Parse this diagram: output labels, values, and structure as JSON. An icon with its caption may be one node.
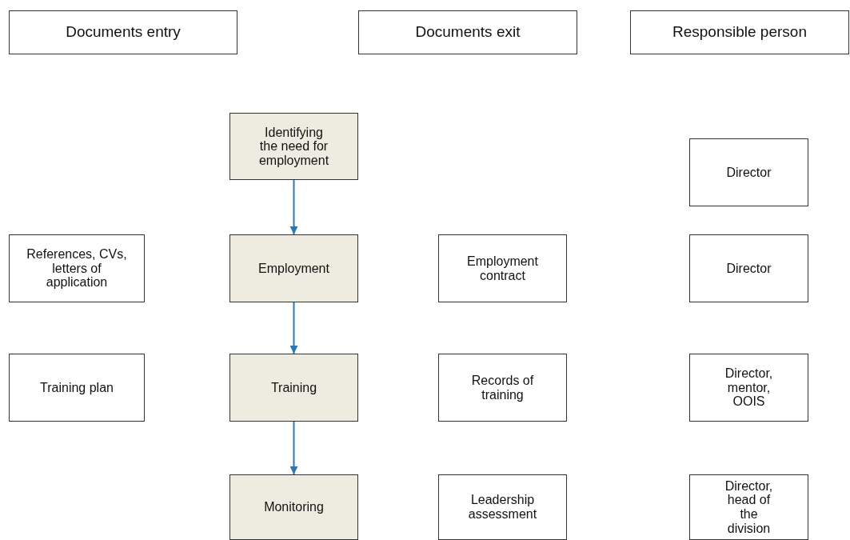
{
  "diagram": {
    "nodes": [
      {
        "text": [
          "Documents entry"
        ]
      },
      {
        "text": [
          "Documents exit"
        ]
      },
      {
        "text": [
          "Responsible person"
        ]
      },
      {
        "text": [
          "Identifying the need for employment"
        ]
      },
      {
        "text": [
          "Director"
        ]
      },
      {
        "text": [
          "References, CVs, letters of application"
        ]
      },
      {
        "text": [
          "Employment"
        ]
      },
      {
        "text": [
          "Employment contract"
        ]
      },
      {
        "text": [
          "Director"
        ]
      },
      {
        "text": [
          "Training plan"
        ]
      },
      {
        "text": [
          "Training"
        ]
      },
      {
        "text": [
          "Records of training"
        ]
      },
      {
        "text": [
          "Director, mentor, OOIS"
        ]
      },
      {
        "text": [
          "Monitoring"
        ]
      },
      {
        "text": [
          "Leadership assessment"
        ]
      },
      {
        "text": [
          "Director, head of the division"
        ]
      }
    ],
    "edges": [
      {
        "from": 3,
        "to": 6,
        "arrow": "to"
      },
      {
        "from": 6,
        "to": 10,
        "arrow": "to"
      },
      {
        "from": 10,
        "to": 13,
        "arrow": "to"
      }
    ]
  }
}
